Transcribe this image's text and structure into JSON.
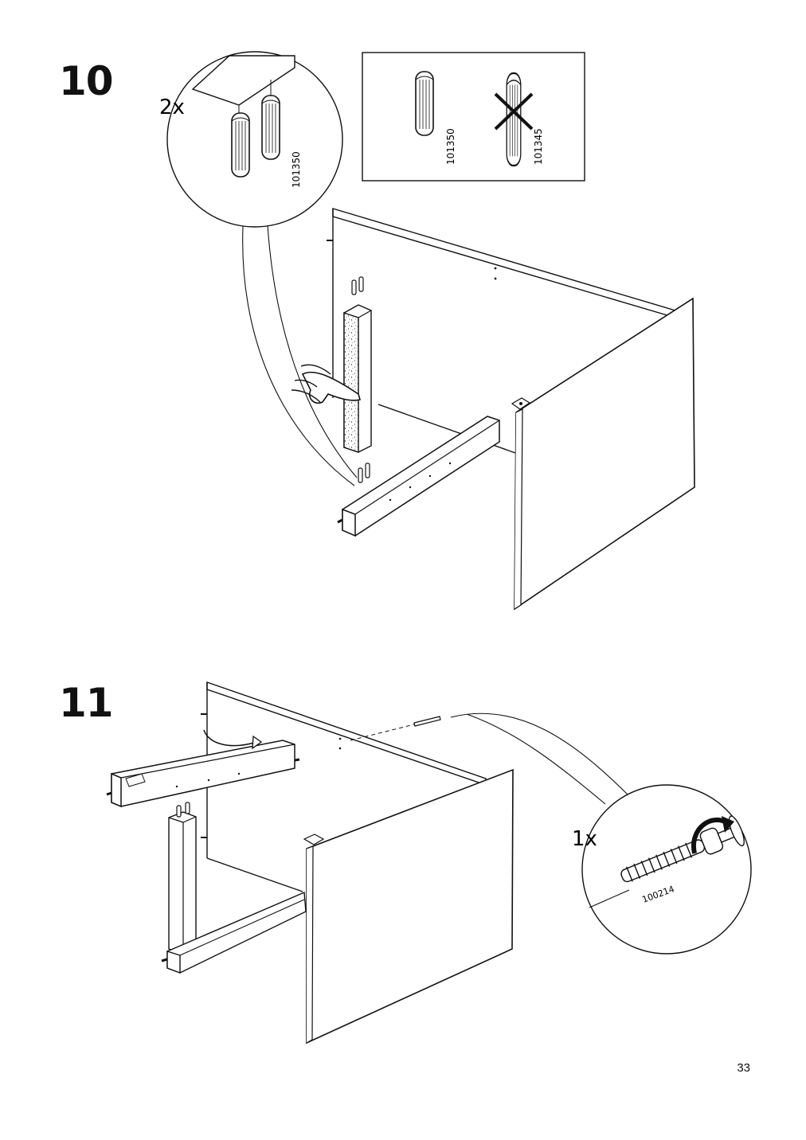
{
  "steps": [
    {
      "number": "10",
      "callout_qty": "2x",
      "callout_part": "101350",
      "comparison": {
        "correct_part": "101350",
        "wrong_part": "101345"
      }
    },
    {
      "number": "11",
      "callout_qty": "1x",
      "callout_part": "100214"
    }
  ],
  "page_number": "33",
  "colors": {
    "line": "#111111",
    "background": "#ffffff"
  }
}
